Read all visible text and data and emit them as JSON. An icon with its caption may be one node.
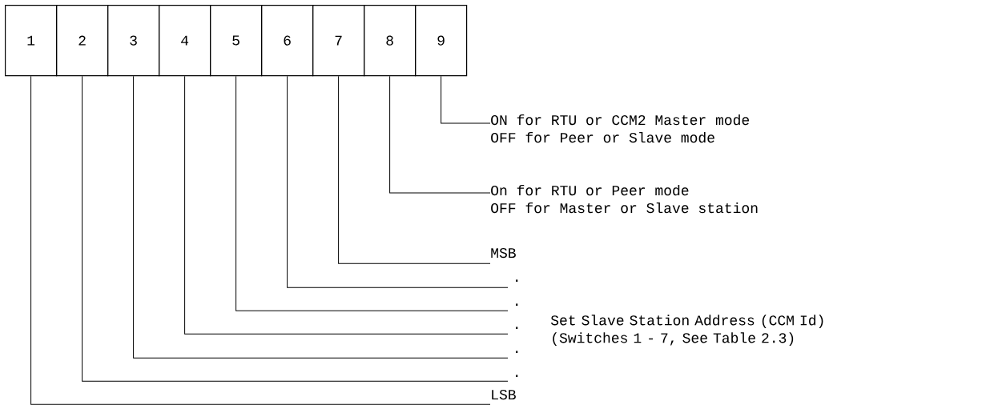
{
  "diagram": {
    "nodes": [
      {
        "text": [
          "1"
        ]
      },
      {
        "text": [
          "2"
        ]
      },
      {
        "text": [
          "3"
        ]
      },
      {
        "text": [
          "4"
        ]
      },
      {
        "text": [
          "5"
        ]
      },
      {
        "text": [
          "6"
        ]
      },
      {
        "text": [
          "7"
        ]
      },
      {
        "text": [
          "8"
        ]
      },
      {
        "text": [
          "9"
        ]
      },
      {
        "text": [
          "ON for RTU or CCM2 Master mode",
          "OFF for Peer or Slave mode"
        ]
      },
      {
        "text": [
          "On for RTU or Peer mode",
          "OFF for Master or Slave station"
        ]
      },
      {
        "text": [
          "MSB"
        ]
      },
      {
        "text": [
          "."
        ]
      },
      {
        "text": [
          "."
        ]
      },
      {
        "text": [
          "."
        ]
      },
      {
        "text": [
          "."
        ]
      },
      {
        "text": [
          "."
        ]
      },
      {
        "text": [
          "LSB"
        ]
      }
    ],
    "edges": [
      {
        "from": 8,
        "to": 9,
        "arrow": "none"
      },
      {
        "from": 7,
        "to": 10,
        "arrow": "none"
      },
      {
        "from": 6,
        "to": 11,
        "arrow": "none"
      },
      {
        "from": 5,
        "to": 12,
        "arrow": "none"
      },
      {
        "from": 4,
        "to": 13,
        "arrow": "none"
      },
      {
        "from": 3,
        "to": 14,
        "arrow": "none"
      },
      {
        "from": 2,
        "to": 15,
        "arrow": "none"
      },
      {
        "from": 1,
        "to": 16,
        "arrow": "none"
      },
      {
        "from": 0,
        "to": 17,
        "arrow": "none"
      }
    ],
    "labels": [
      "Set Slave Station Address (CCM Id) (Switches 1 - 7, See Table 2.3)"
    ]
  }
}
